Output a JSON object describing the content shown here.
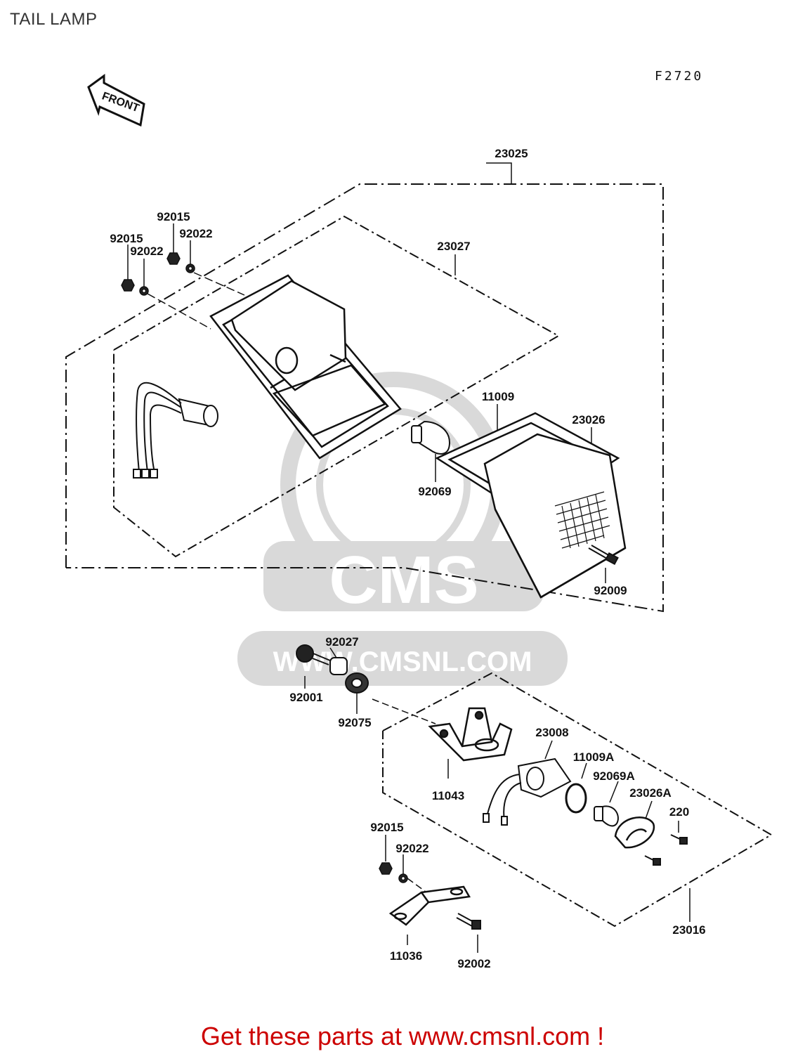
{
  "title": "TAIL LAMP",
  "diagram_code": "F2720",
  "front_arrow_label": "FRONT",
  "watermark": {
    "brand": "CMS",
    "url": "WWW.CMSNL.COM"
  },
  "footer": "Get these parts at www.cmsnl.com !",
  "colors": {
    "footer_text": "#cc0000",
    "watermark": "#d6d6d6",
    "line": "#111111"
  },
  "parts": {
    "p23025": "23025",
    "p23027": "23027",
    "p92015_a": "92015",
    "p92022_a": "92022",
    "p92015_b": "92015",
    "p92022_b": "92022",
    "p11009": "11009",
    "p23026": "23026",
    "p92069": "92069",
    "p92009": "92009",
    "p92027": "92027",
    "p92001": "92001",
    "p92075": "92075",
    "p23008": "23008",
    "p11009A": "11009A",
    "p92069A": "92069A",
    "p23026A": "23026A",
    "p220": "220",
    "p11043": "11043",
    "p92015_c": "92015",
    "p92022_c": "92022",
    "p11036": "11036",
    "p92002": "92002",
    "p23016": "23016"
  }
}
